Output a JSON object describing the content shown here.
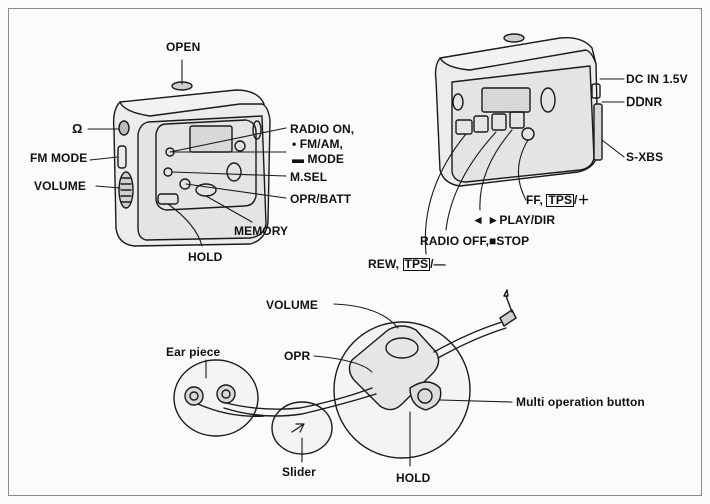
{
  "labels": {
    "open": "OPEN",
    "headphone": "Ω",
    "fm_mode": "FM MODE",
    "volume_player": "VOLUME",
    "radio_on": "RADIO ON,",
    "fm_am": "• FM/AM,",
    "mode": "▬ MODE",
    "msel": "M.SEL",
    "opr_batt": "OPR/BATT",
    "memory": "MEMORY",
    "hold_player": "HOLD",
    "dc_in": "DC IN 1.5V",
    "dnr": "ⅮⅮNR",
    "sxbs": "S-XBS",
    "ff_prefix": "FF, ",
    "tps": "TPS",
    "ff_suffix": "/＋",
    "play_dir": "◄ ►PLAY/DIR",
    "radio_off": "RADIO OFF,■STOP",
    "rew_prefix": "REW, ",
    "rew_suffix": "/—",
    "volume_remote": "VOLUME",
    "ear_piece": "Ear piece",
    "opr": "OPR",
    "multi_op": "Multi operation button",
    "slider": "Slider",
    "hold_remote": "HOLD"
  },
  "icons": [
    "headphone-icon",
    "plug-icon",
    "earbud-icon",
    "slider-arrow-icon"
  ]
}
